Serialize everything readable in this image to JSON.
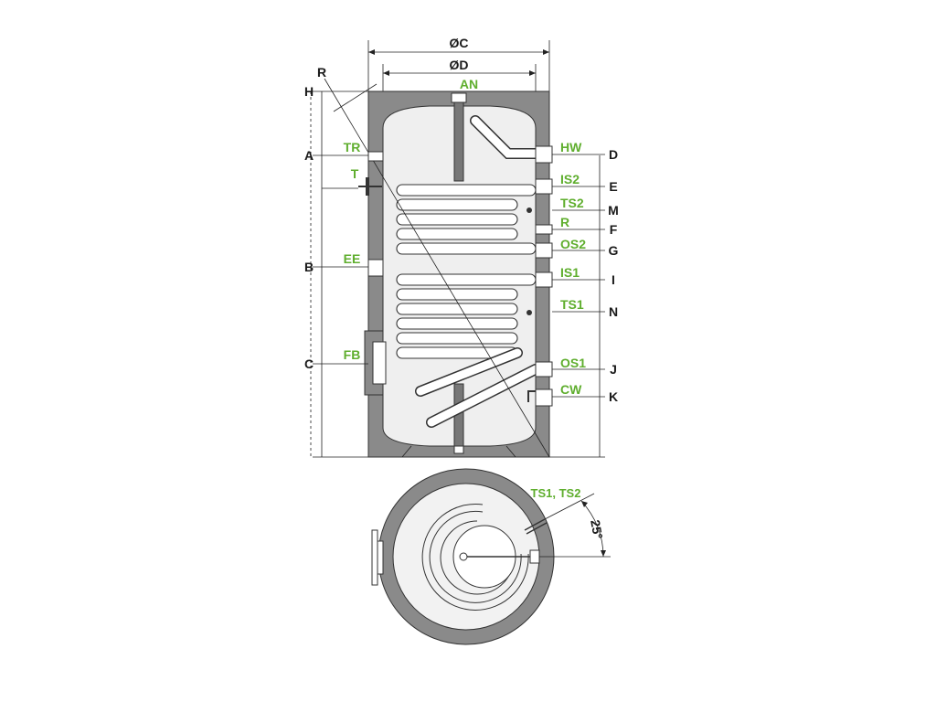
{
  "dimensions": {
    "outer_diameter": "ØC",
    "inner_diameter": "ØD",
    "diagonal": "R"
  },
  "left_letters": [
    "H",
    "A",
    "B",
    "C"
  ],
  "right_letters": [
    "D",
    "E",
    "M",
    "F",
    "G",
    "I",
    "N",
    "J",
    "K"
  ],
  "left_connections": [
    "TR",
    "T",
    "EE",
    "FB"
  ],
  "right_connections": [
    "HW",
    "IS2",
    "TS2",
    "R",
    "OS2",
    "IS1",
    "TS1",
    "OS1",
    "CW"
  ],
  "top_connection": "AN",
  "top_view": {
    "sensor_label": "TS1, TS2",
    "angle": "25°"
  },
  "colors": {
    "insulation": "#8a8a8a",
    "connection_label": "#5fae2e",
    "dimension_label": "#1a1a1a"
  }
}
